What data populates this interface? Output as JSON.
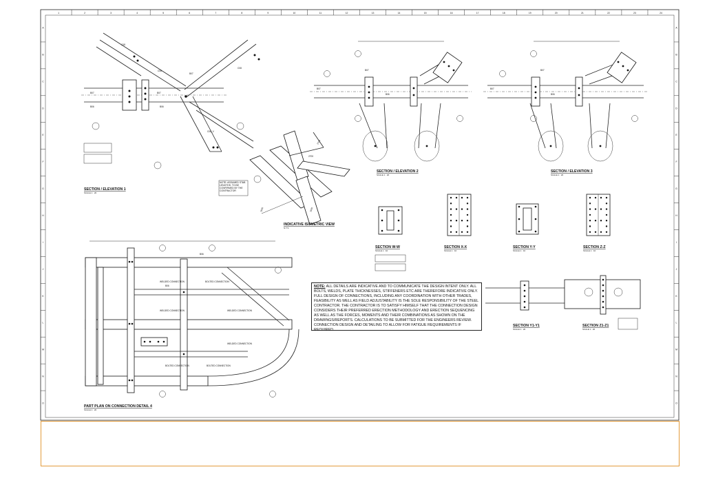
{
  "grid": {
    "columns": [
      "1",
      "2",
      "3",
      "4",
      "5",
      "6",
      "7",
      "8",
      "9",
      "10",
      "11",
      "12",
      "13",
      "14",
      "15",
      "16",
      "17",
      "18",
      "19",
      "20",
      "21",
      "22",
      "23",
      "24"
    ],
    "rows": [
      "A",
      "B",
      "C",
      "D",
      "E",
      "F",
      "G",
      "H",
      "I",
      "J",
      "K",
      "L",
      "M",
      "N",
      "O"
    ]
  },
  "views": {
    "elevation1": {
      "title": "SECTION / ELEVATION 1",
      "scale": "SCALE 1 : 20"
    },
    "elevation2": {
      "title": "SECTION / ELEVATION 2",
      "scale": "SCALE 1 : 20"
    },
    "elevation3": {
      "title": "SECTION / ELEVATION 3",
      "scale": "SCALE 1 : 20"
    },
    "isometric": {
      "title": "INDICATIVE ISOMETRIC VIEW",
      "scale": "N.T.S"
    },
    "plan": {
      "title": "PART PLAN ON CONNECTION DETAIL 4",
      "scale": "SCALE 1 : 20"
    },
    "sectionWW": {
      "title": "SECTION W-W",
      "scale": "SCALE 1 : 10"
    },
    "sectionXX": {
      "title": "SECTION X-X",
      "scale": "SCALE 1 : 10"
    },
    "sectionYY": {
      "title": "SECTION Y-Y",
      "scale": "SCALE 1 : 10"
    },
    "sectionZZ": {
      "title": "SECTION Z-Z",
      "scale": "SCALE 1 : 10"
    },
    "sectionY1": {
      "title": "SECTION Y1-Y1",
      "scale": "SCALE 1 : 20"
    },
    "sectionZ1": {
      "title": "SECTION Z1-Z1",
      "scale": "SCALE 1 : 20"
    }
  },
  "dimensions": {
    "iso_top": "2700",
    "iso_side": "2700",
    "iso_bottom_left": "1500",
    "iso_bottom_right": "1500"
  },
  "member_tags": {
    "b07": "B07",
    "b06": "B06",
    "c08": "C08",
    "c08v": "C08_V"
  },
  "iso_note": "NOTE: ASSUMED STAB LENGTHS. TO BE CONFIRMED BY THE CONTRACTOR",
  "general_note": {
    "label": "NOTE:",
    "text": "ALL DETAILS ARE INDICATIVE AND TO COMMUNICATE THE DESIGN INTENT ONLY. ALL BOLTS, WELDS, PLATE THICKNESSES, STIFFENERS ETC ARE THEREFORE INDICATIVE ONLY. FULL DESIGN OF CONNECTIONS, INCLUDING ANY COORDINATION WITH OTHER TRADES, FEASIBILITY AS WELL AS FIELD ADJUSTABILITY IS THE SOLE RESPONSIBILITY OF THE STEEL CONTRACTOR. THE CONTRACTOR IS TO SATISFY HIMSELF THAT THE CONNECTION DESIGN CONSIDERS THEIR PREFERRED ERECTION METHODOLOGY AND ERECTION SEQUENCING AS WELL AS THE FORCES, MOMENTS AND THEIR COMBINATIONS AS SHOWN ON THE DRAWINGS/REPORTS. CALCULATIONS TO BE SUBMITTED FOR THE ENGINEERS REVIEW. CONNECTION DESIGN AND DETAILING TO ALLOW FOR FATIGUE REQUIREMENTS IF REQUIRED."
  },
  "plan_labels": {
    "welded": "WELDED CONNECTION",
    "bolted": "BOLTED CONNECTION"
  },
  "colors": {
    "ink": "#222222",
    "caption_border": "#e39b3b"
  }
}
